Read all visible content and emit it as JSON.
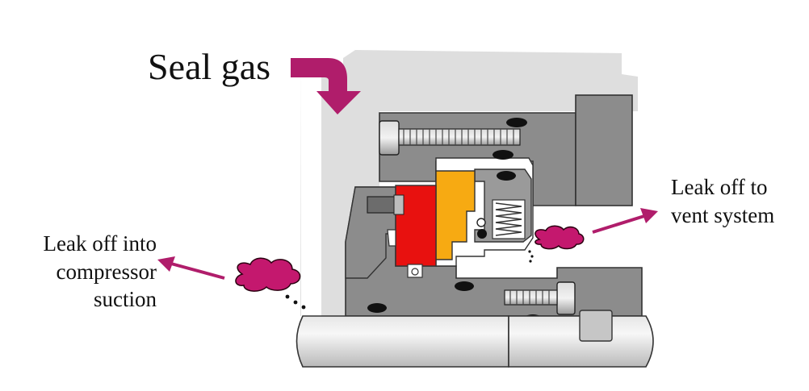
{
  "labels": {
    "seal_gas": "Seal gas",
    "leak_vent": [
      "Leak off to",
      "vent system"
    ],
    "leak_suction": [
      "Leak off into",
      "compressor",
      "suction"
    ]
  },
  "colors": {
    "arrow": "#b01d6b",
    "cloud": "#c4186e",
    "body_gray": "#8c8c8c",
    "light_gray": "#dedede",
    "dark_gray": "#3a3a3a",
    "red_ring": "#e8110f",
    "orange_ring": "#f7aa12"
  }
}
